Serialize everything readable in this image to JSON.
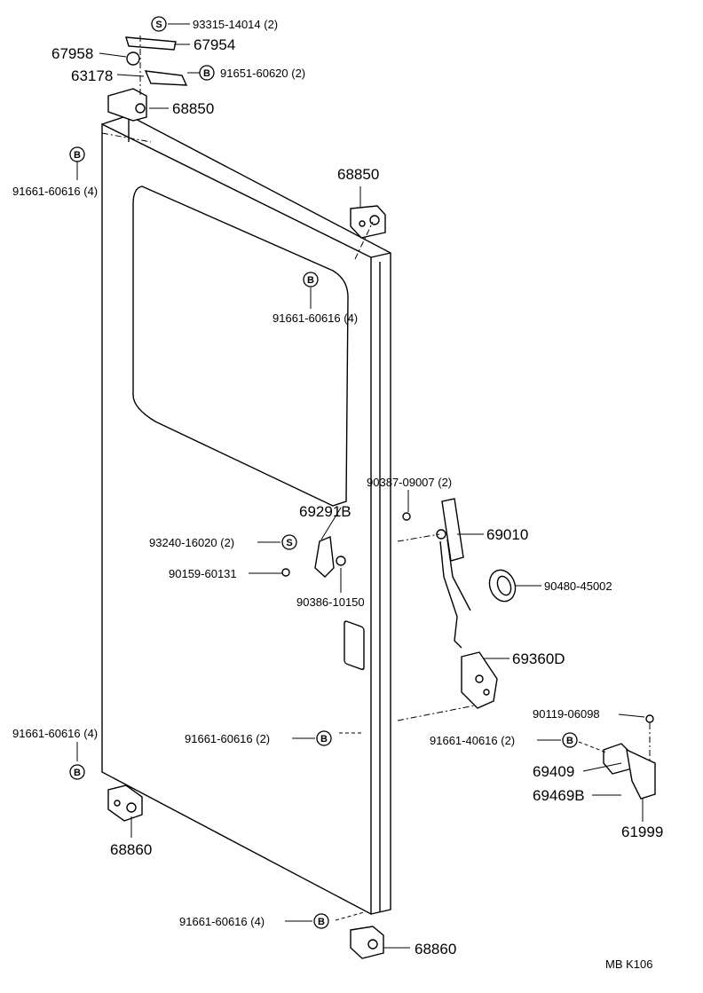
{
  "markers": {
    "S": "S",
    "B": "B"
  },
  "labels": {
    "p93315": "93315-14014 (2)",
    "p67954": "67954",
    "p67958": "67958",
    "p63178": "63178",
    "p91651": "91651-60620 (2)",
    "p68850_top": "68850",
    "p91661_upper_left": "91661-60616 (4)",
    "p68850_right": "68850",
    "p91661_upper_mid": "91661-60616 (4)",
    "p69291B": "69291B",
    "p90387": "90387-09007 (2)",
    "p69010": "69010",
    "p93240": "93240-16020 (2)",
    "p90159": "90159-60131",
    "p90480": "90480-45002",
    "p90386": "90386-10150",
    "p69360D": "69360D",
    "p90119": "90119-06098",
    "p91661_lower_left": "91661-60616 (4)",
    "p91661_lower_mid": "91661-60616 (2)",
    "p91661_40616": "91661-40616 (2)",
    "p69409": "69409",
    "p69469B": "69469B",
    "p61999": "61999",
    "p68860_left": "68860",
    "p91661_bottom": "91661-60616 (4)",
    "p68860_bottom": "68860",
    "page_code": "MB  K106"
  }
}
